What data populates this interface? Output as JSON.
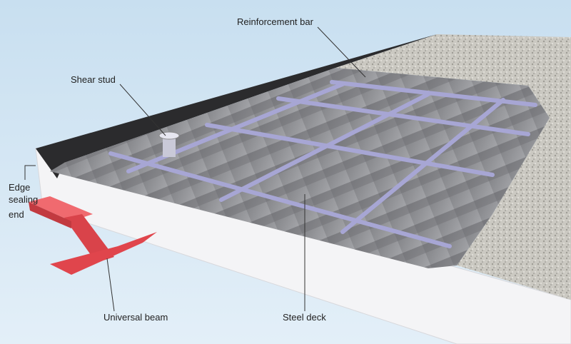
{
  "labels": {
    "reinforcement_bar": "Reinforcement bar",
    "shear_stud": "Shear stud",
    "edge_sealing_end": [
      "Edge",
      "sealing",
      "end"
    ],
    "universal_beam": "Universal beam",
    "steel_deck": "Steel deck"
  },
  "colors": {
    "background": "#d3e6f3",
    "slab_edge": "#f4f4f6",
    "top_membrane": "#2b2b2d",
    "deck": "#8f9094",
    "concrete": "#c9c7c0",
    "rebar": "#a7a6d4",
    "beam": "#e0454c"
  }
}
